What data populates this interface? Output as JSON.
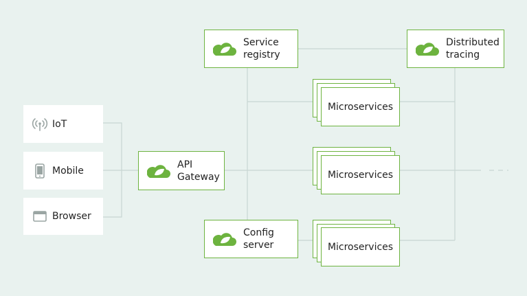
{
  "clients": [
    {
      "label": "IoT",
      "icon": "antenna-icon"
    },
    {
      "label": "Mobile",
      "icon": "mobile-phone-icon"
    },
    {
      "label": "Browser",
      "icon": "browser-window-icon"
    }
  ],
  "api_gateway": {
    "line1": "API",
    "line2": "Gateway",
    "icon": "spring-leaf-icon"
  },
  "service_registry": {
    "line1": "Service",
    "line2": "registry",
    "icon": "spring-leaf-icon"
  },
  "config_server": {
    "line1": "Config",
    "line2": "server",
    "icon": "spring-leaf-icon"
  },
  "distributed_tracing": {
    "line1": "Distributed",
    "line2": "tracing",
    "icon": "spring-leaf-icon"
  },
  "microservices": [
    {
      "label": "Microservices"
    },
    {
      "label": "Microservices"
    },
    {
      "label": "Microservices"
    }
  ],
  "colors": {
    "background": "#e9f2ef",
    "accent": "#6db33f",
    "connector": "#c8d6d2",
    "icon_gray": "#9aa5a3"
  }
}
